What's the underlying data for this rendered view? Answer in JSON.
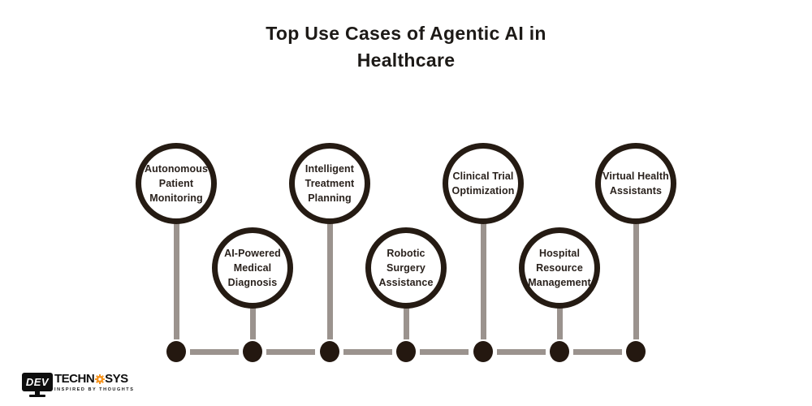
{
  "title": {
    "line1": "Top Use Cases of Agentic AI in",
    "line2": "Healthcare"
  },
  "nodes": [
    {
      "label": "Autonomous\nPatient\nMonitoring",
      "position": "top"
    },
    {
      "label": "AI-Powered\nMedical\nDiagnosis",
      "position": "bottom"
    },
    {
      "label": "Intelligent\nTreatment\nPlanning",
      "position": "top"
    },
    {
      "label": "Robotic\nSurgery\nAssistance",
      "position": "bottom"
    },
    {
      "label": "Clinical Trial\nOptimization",
      "position": "top"
    },
    {
      "label": "Hospital\nResource\nManagement",
      "position": "bottom"
    },
    {
      "label": "Virtual Health\nAssistants",
      "position": "top"
    }
  ],
  "logo": {
    "monitor_text": "DEV",
    "name_left": "TECHN",
    "name_right": "SYS",
    "tagline": "INSPIRED BY THOUGHTS"
  },
  "colors": {
    "background": "#ffffff",
    "title_text": "#1d1a17",
    "node_border": "#251b13",
    "node_text": "#2a221d",
    "connector_gray": "#9b938e",
    "dot_fill": "#241810",
    "logo_orange": "#f7941d",
    "logo_black": "#0e0e0e"
  }
}
